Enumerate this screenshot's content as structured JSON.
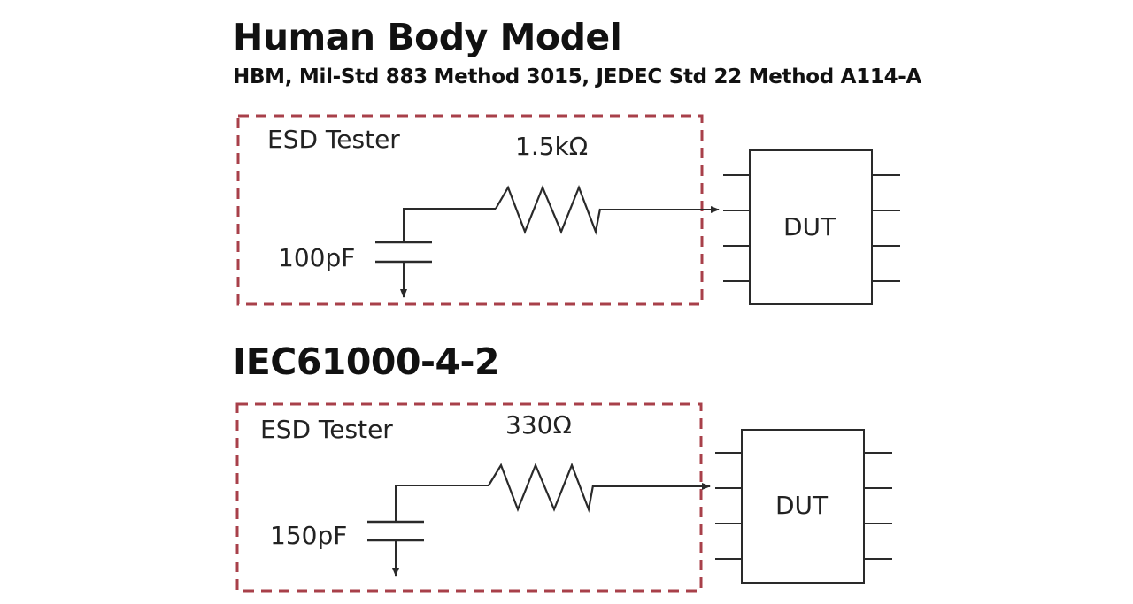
{
  "diagrams": [
    {
      "title": "Human Body Model",
      "subtitle": "HBM, Mil-Std 883 Method 3015, JEDEC Std 22 Method A114-A",
      "tester_label": "ESD Tester",
      "resistor_value": "1.5kΩ",
      "capacitor_value": "100pF",
      "device_label": "DUT"
    },
    {
      "title": "IEC61000-4-2",
      "tester_label": "ESD Tester",
      "resistor_value": "330Ω",
      "capacitor_value": "150pF",
      "device_label": "DUT"
    }
  ],
  "colors": {
    "tester_box_border": "#a8404a",
    "wire": "#2a2a2a",
    "text": "#1a1a1a"
  }
}
